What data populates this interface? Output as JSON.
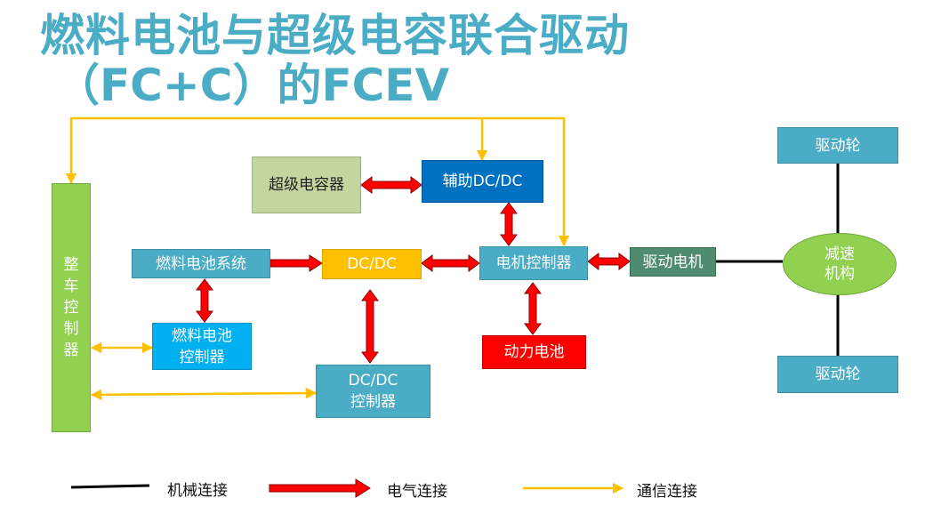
{
  "title": {
    "line1": "燃料电池与超级电容联合驱动",
    "line2": "（FC+C）的FCEV"
  },
  "nodes": {
    "supercapacitor": "超级电容器",
    "aux_dcdc": "辅助DC/DC",
    "fuel_cell_system": "燃料电池系统",
    "dcdc": "DC/DC",
    "motor_controller": "电机控制器",
    "drive_motor": "驱动电机",
    "fuel_cell_controller_l1": "燃料电池",
    "fuel_cell_controller_l2": "控制器",
    "dcdc_controller_l1": "DC/DC",
    "dcdc_controller_l2": "控制器",
    "power_battery": "动力电池",
    "vehicle_controller_chars": [
      "整",
      "车",
      "控",
      "制",
      "器"
    ],
    "drive_wheel_top": "驱动轮",
    "drive_wheel_bottom": "驱动轮",
    "reducer_l1": "减速",
    "reducer_l2": "机构"
  },
  "legend": {
    "mechanical": "机械连接",
    "electrical": "电气连接",
    "communication": "通信连接"
  },
  "colors": {
    "title": "#4bacc6",
    "mechanical": "#000000",
    "electrical": "#ff0000",
    "communication": "#ffc000"
  }
}
